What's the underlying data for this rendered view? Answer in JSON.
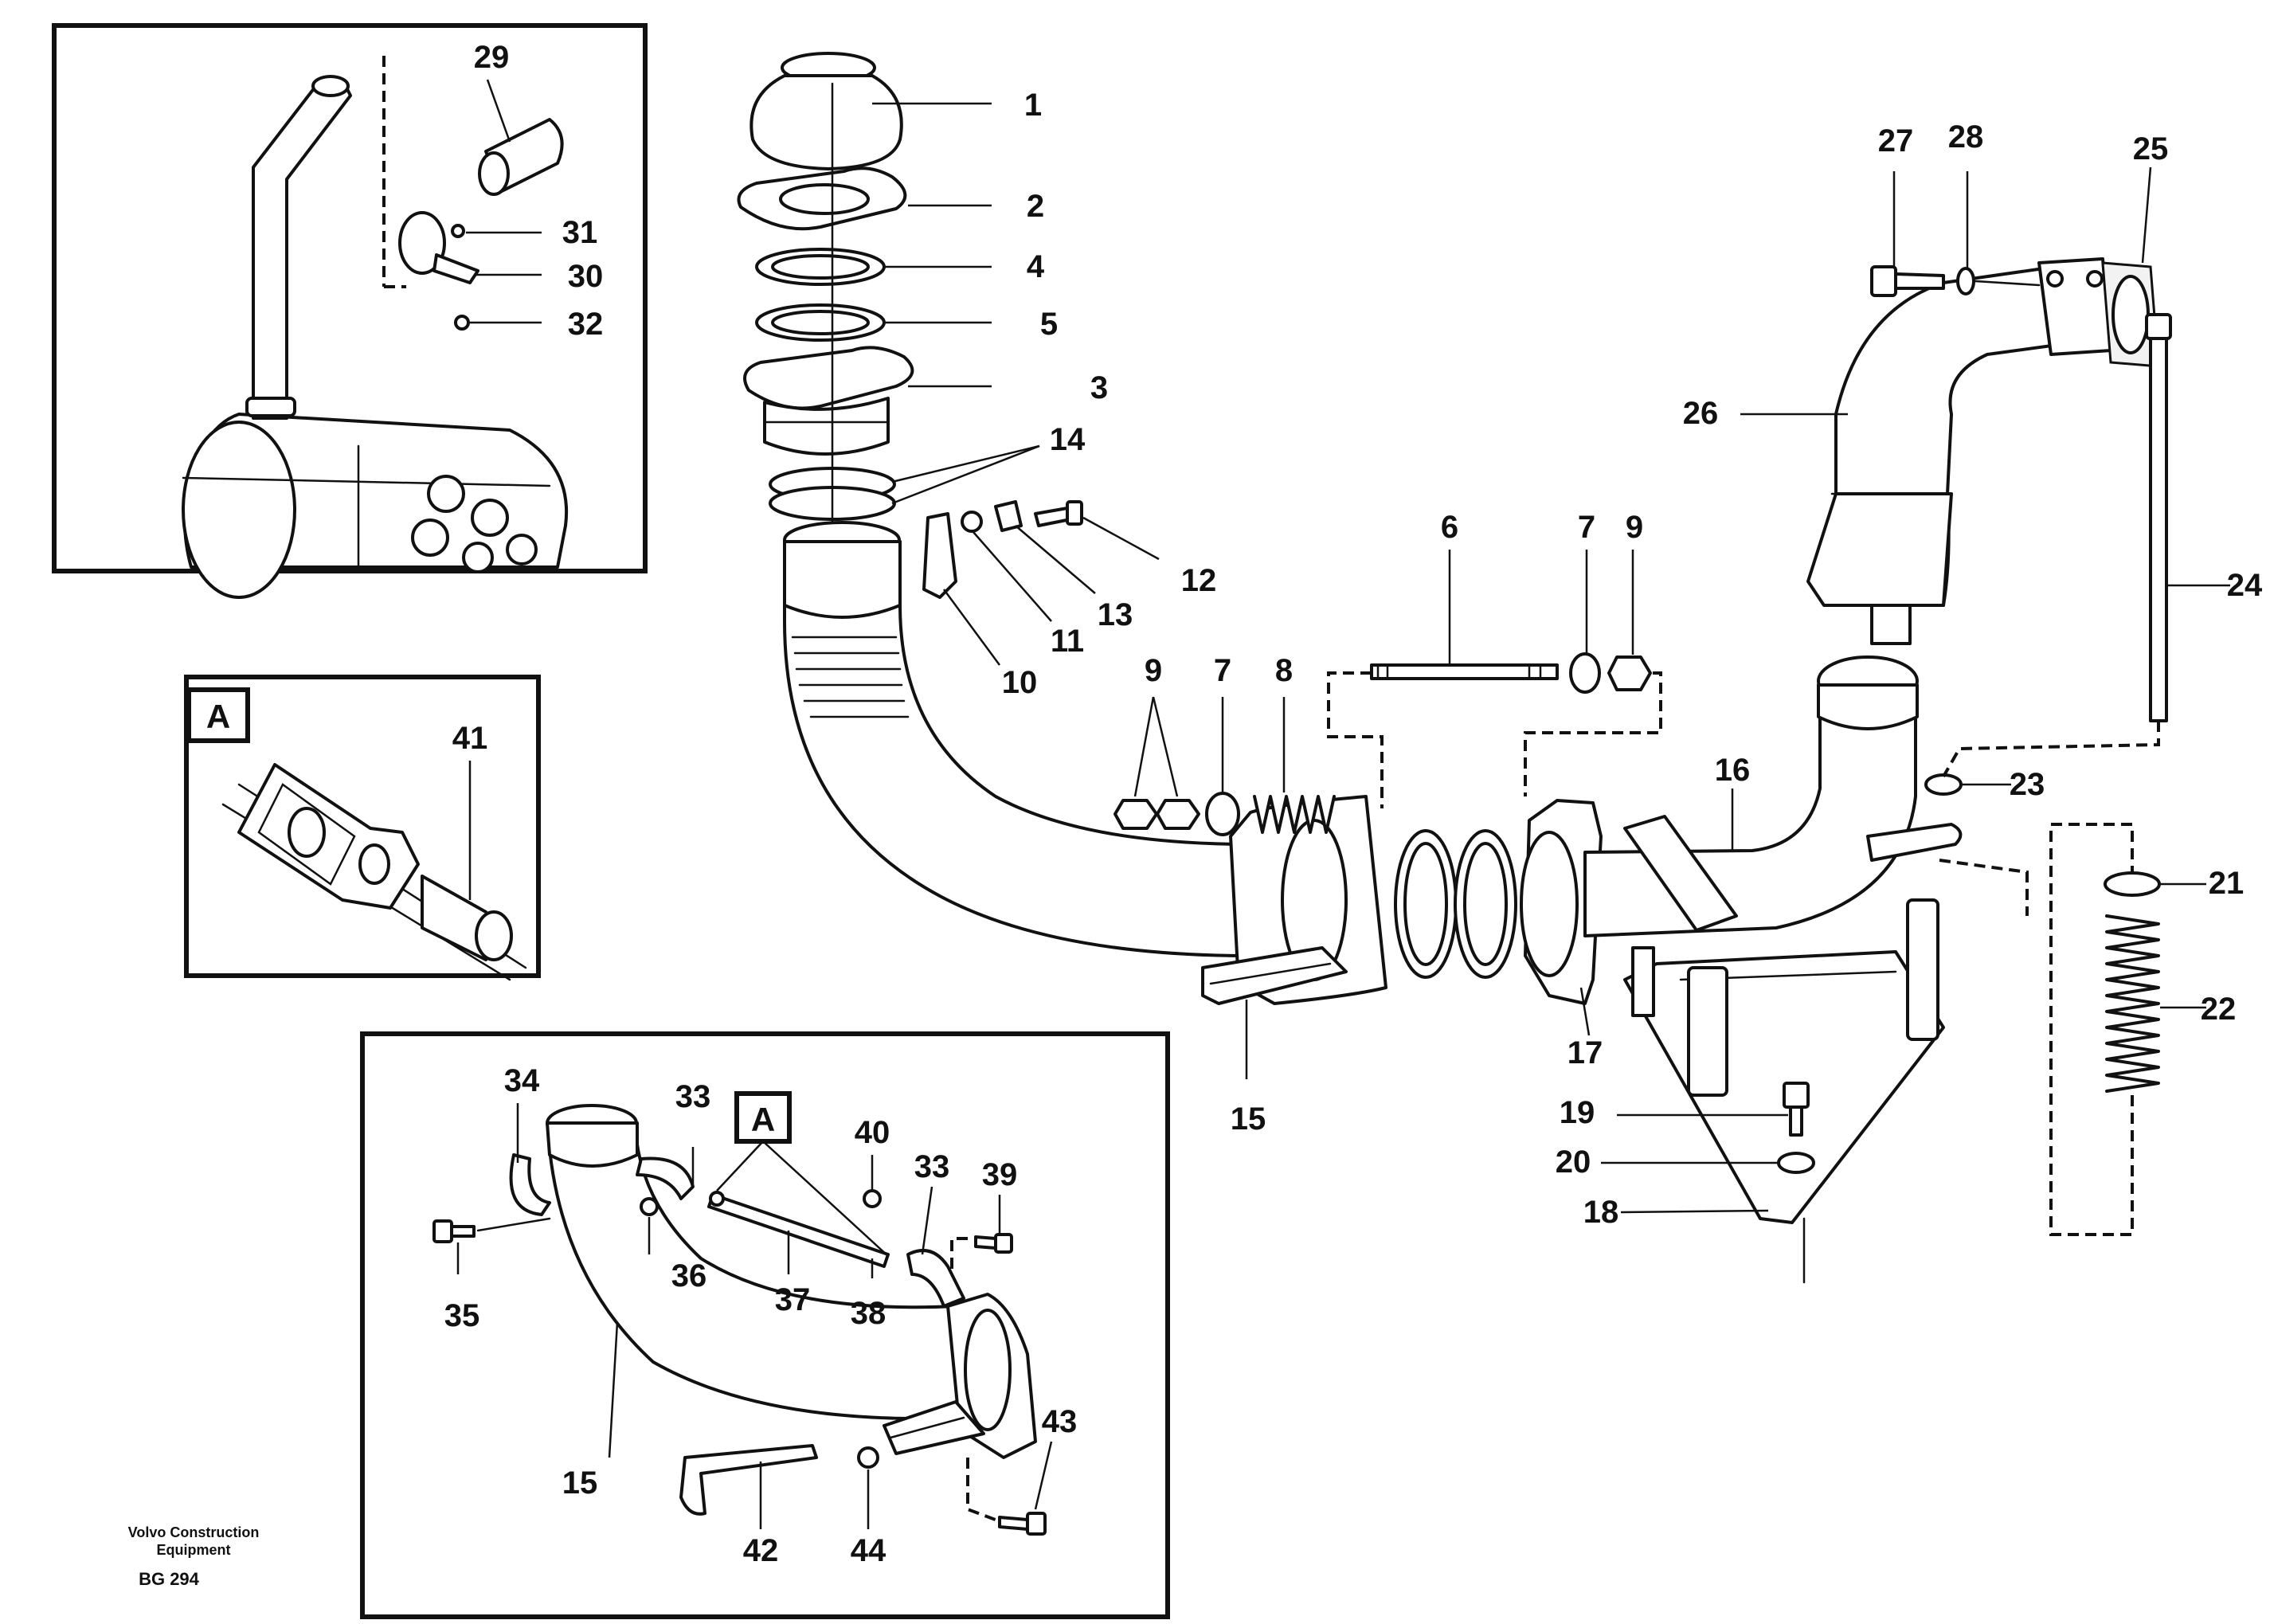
{
  "brand": {
    "line1": "Volvo Construction",
    "line2": "Equipment",
    "code": "BG 294"
  },
  "inset_tag": "A",
  "callout_tag": "A",
  "labels": {
    "l1": "1",
    "l2": "2",
    "l3": "3",
    "l4": "4",
    "l5": "5",
    "l6": "6",
    "l7a": "7",
    "l7b": "7",
    "l8": "8",
    "l9a": "9",
    "l9b": "9",
    "l10": "10",
    "l11": "11",
    "l12": "12",
    "l13": "13",
    "l14": "14",
    "l15a": "15",
    "l15b": "15",
    "l16": "16",
    "l17": "17",
    "l18": "18",
    "l19": "19",
    "l20": "20",
    "l21": "21",
    "l22": "22",
    "l23": "23",
    "l24": "24",
    "l25": "25",
    "l26": "26",
    "l27": "27",
    "l28": "28",
    "l29": "29",
    "l30": "30",
    "l31": "31",
    "l32": "32",
    "l33a": "33",
    "l33b": "33",
    "l34": "34",
    "l35": "35",
    "l36": "36",
    "l37": "37",
    "l38": "38",
    "l39": "39",
    "l40": "40",
    "l41": "41",
    "l42": "42",
    "l43": "43",
    "l44": "44"
  }
}
